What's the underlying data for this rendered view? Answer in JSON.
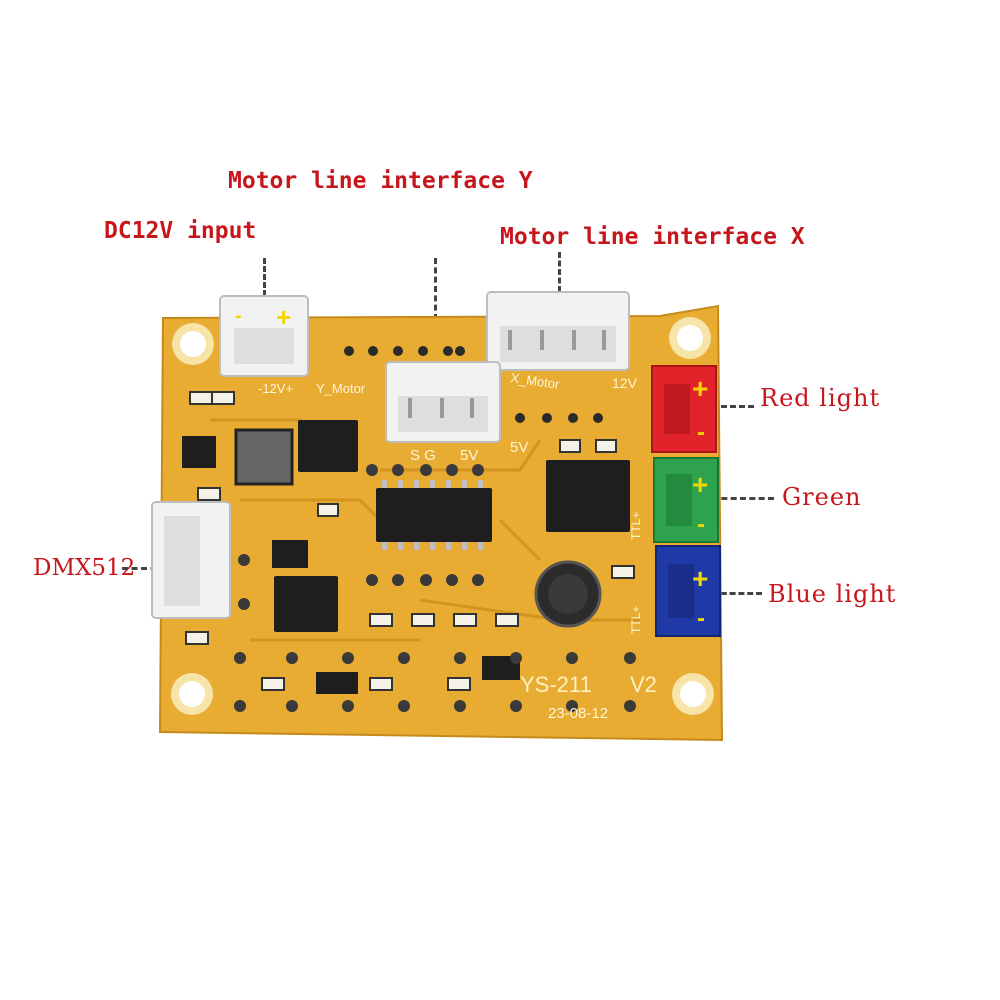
{
  "callouts": {
    "motor_y": "Motor line interface Y",
    "dc_input": "DC12V input",
    "motor_x": "Motor line interface X",
    "dmx": "DMX512",
    "red": "Red light",
    "green": "Green",
    "blue": "Blue light"
  },
  "silkscreen": {
    "power": "-12V+",
    "ymotor": "Y_Motor",
    "xmotor": "X_Motor",
    "v12": "12V",
    "sg": "S G",
    "v5a": "5V",
    "v5b": "5V",
    "model": "YS-211",
    "version": "V2",
    "date": "23-08-12",
    "ttl1": "TTL+",
    "ttl2": "TTL+"
  },
  "connector_marks": {
    "minus": "-",
    "plus": "+"
  },
  "colors": {
    "board": "#eab035",
    "callout_text": "#c8161d",
    "red_connector": "#e2232a",
    "green_connector": "#2ea24c",
    "blue_connector": "#1f3aa7"
  }
}
